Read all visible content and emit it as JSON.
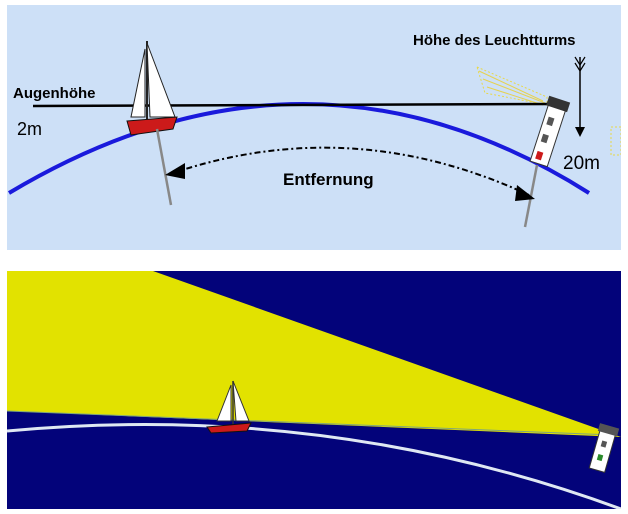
{
  "top_diagram": {
    "eye_height_label": "Augenhöhe",
    "eye_height_value": "2m",
    "lighthouse_height_label": "Höhe des Leuchtturms",
    "lighthouse_height_value": "20m",
    "distance_label": "Entfernung"
  },
  "colors": {
    "top_background": "#cde0f7",
    "earth_curve": "#1a1adc",
    "bottom_background": "#03037a",
    "light_beam": "#e2e200",
    "bottom_curve": "#dfe8f3"
  }
}
